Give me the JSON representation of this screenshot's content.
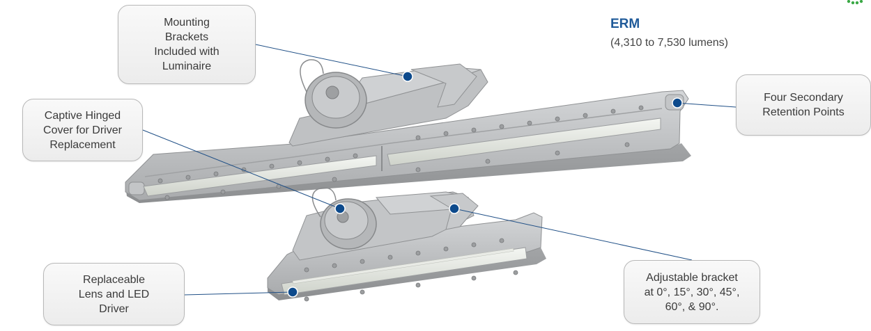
{
  "product": {
    "name": "ERM",
    "lumens": "(4,310 to 7,530 lumens)"
  },
  "callouts": {
    "mounting": "Mounting\nBrackets\nIncluded with\nLuminaire",
    "captive": "Captive Hinged\nCover for Driver\nReplacement",
    "retention": "Four Secondary\nRetention Points",
    "lens": "Replaceable\nLens and LED\nDriver",
    "adjustable": "Adjustable bracket\nat 0°, 15°, 30°, 45°,\n60°, & 90°."
  },
  "colors": {
    "accent": "#1f5a99",
    "dot": "#0d4a8c",
    "housing": "#b7b9bb"
  }
}
